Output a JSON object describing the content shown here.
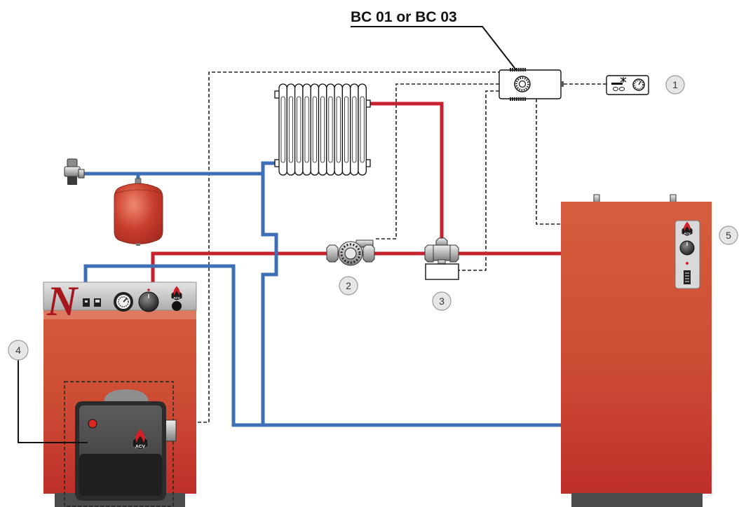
{
  "controller": {
    "label": "BC 01 or BC 03"
  },
  "callouts": {
    "room_thermostat": "1",
    "pump": "2",
    "three_way_valve": "3",
    "boiler": "4",
    "hot_water_tank": "5"
  },
  "boiler": {
    "logo_letter": "N",
    "brand_logo": "ACV"
  },
  "burner": {
    "brand_logo": "ACV"
  },
  "tank": {
    "brand_logo": "ACV"
  },
  "colors": {
    "supply_pipe": "#c5212e",
    "return_pipe": "#3d6fb6",
    "control_wire": "#222222",
    "callout_fill": "#e6e6e6"
  }
}
